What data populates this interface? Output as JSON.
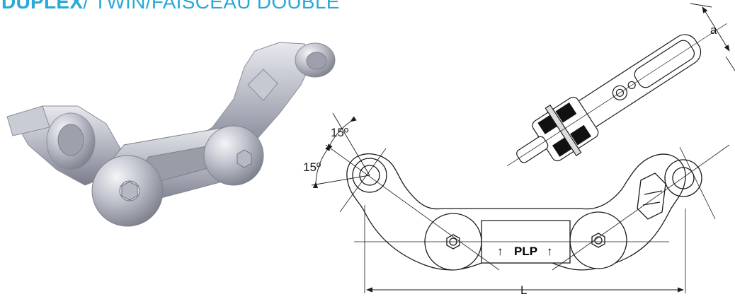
{
  "heading": {
    "strong": "DUPLEX",
    "light": "/ TWIN/FAISCEAU DOUBLE"
  },
  "colors": {
    "accent": "#2aa8d8",
    "text": "#555555",
    "line": "#1a1a1a",
    "metal": "#b9bcc6"
  },
  "drawing": {
    "angle_top": "15º",
    "angle_bottom": "15º",
    "width_label": "a",
    "length_label": "L",
    "plate_label": "PLP",
    "arrow_glyph": "↑"
  }
}
